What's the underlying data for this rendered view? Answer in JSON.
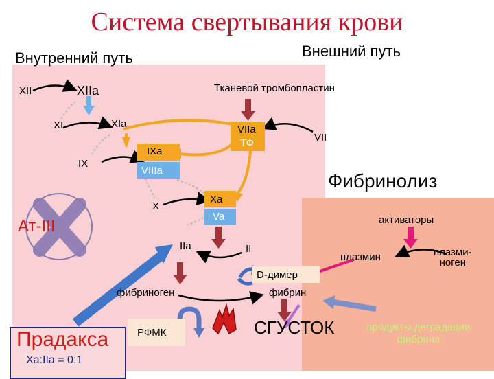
{
  "title": "Система свертывания крови",
  "pathways": {
    "intrinsic": "Внутренний путь",
    "extrinsic": "Внешний путь"
  },
  "factors": {
    "xii": "XII",
    "xiia": "XIIa",
    "tissue_thromboplastin": "Тканевой тромбопластин",
    "xi": "XI",
    "xia": "XIa",
    "viia": "VIIa",
    "tf": "ТФ",
    "vii": "VII",
    "ixa": "IXa",
    "ix": "IX",
    "viiia": "VIIIa",
    "xa": "Xa",
    "va": "Va",
    "x": "X",
    "at3": "Ат-III",
    "iia": "IIa",
    "ii": "II",
    "d_dimer": "D-димер",
    "fibrinogen": "фибриноген",
    "fibrin": "фибрин",
    "rfmk": "РФМК",
    "clot": "СГУСТОК"
  },
  "fibrinolysis": {
    "title": "Фибринолиз",
    "activators": "активаторы",
    "plasmin": "плазмин",
    "plasminogen": "плазми-\nноген",
    "degradation": "продукты деградации\nфибрина"
  },
  "drug": {
    "name": "Прадакса",
    "ratio": "Xa:IIa = 0:1"
  },
  "colors": {
    "title": "#c0142c",
    "pink_panel": "#f9d0d4",
    "salmon_panel": "#f6b39a",
    "dark_red_arrow": "#a0343a",
    "blue_arrow": "#4f8fd6",
    "yellow_arrow": "#f2a61f",
    "magenta": "#e2187a",
    "purple": "#b56bd0",
    "green_text": "#c8f07a",
    "at3_red": "#d21c1c",
    "x_purple": "#8a7ab3"
  }
}
